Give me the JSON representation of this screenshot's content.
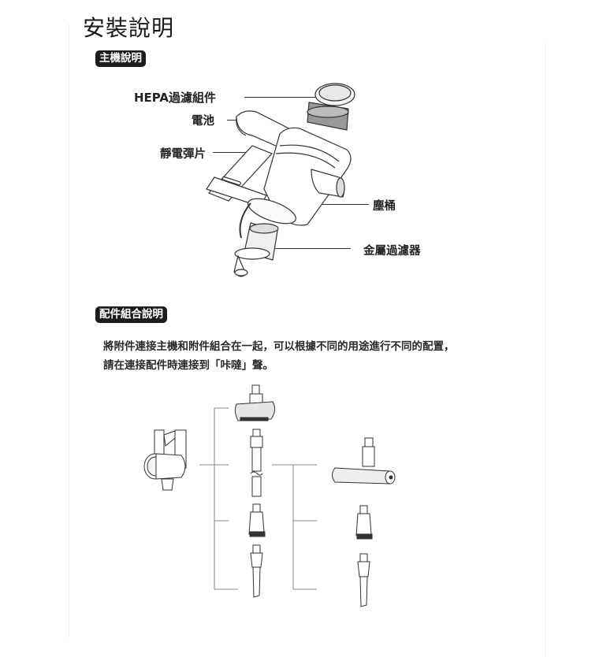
{
  "page": {
    "title": "安裝說明"
  },
  "main_unit": {
    "badge": "主機說明",
    "labels": {
      "hepa": "HEPA過濾組件",
      "battery": "電池",
      "static_strip": "靜電彈片",
      "dust_bin": "塵桶",
      "metal_filter": "金屬過濾器"
    }
  },
  "accessories": {
    "badge": "配件組合說明",
    "description_lines": [
      "將附件連接主機和附件組合在一起，可以根據不同的用途進行不同的配置，",
      "請在連接配件時連接到「咔噠」聲。"
    ],
    "items": [
      {
        "name": "mini-motorized-brush"
      },
      {
        "name": "extension-tube"
      },
      {
        "name": "combination-brush"
      },
      {
        "name": "crevice-tool"
      },
      {
        "name": "floor-roller-brush"
      },
      {
        "name": "combination-brush-2"
      },
      {
        "name": "crevice-tool-2"
      }
    ]
  },
  "colors": {
    "badge_bg": "#1c1c1c",
    "badge_text": "#ffffff",
    "text": "#222222",
    "line": "#888888"
  }
}
